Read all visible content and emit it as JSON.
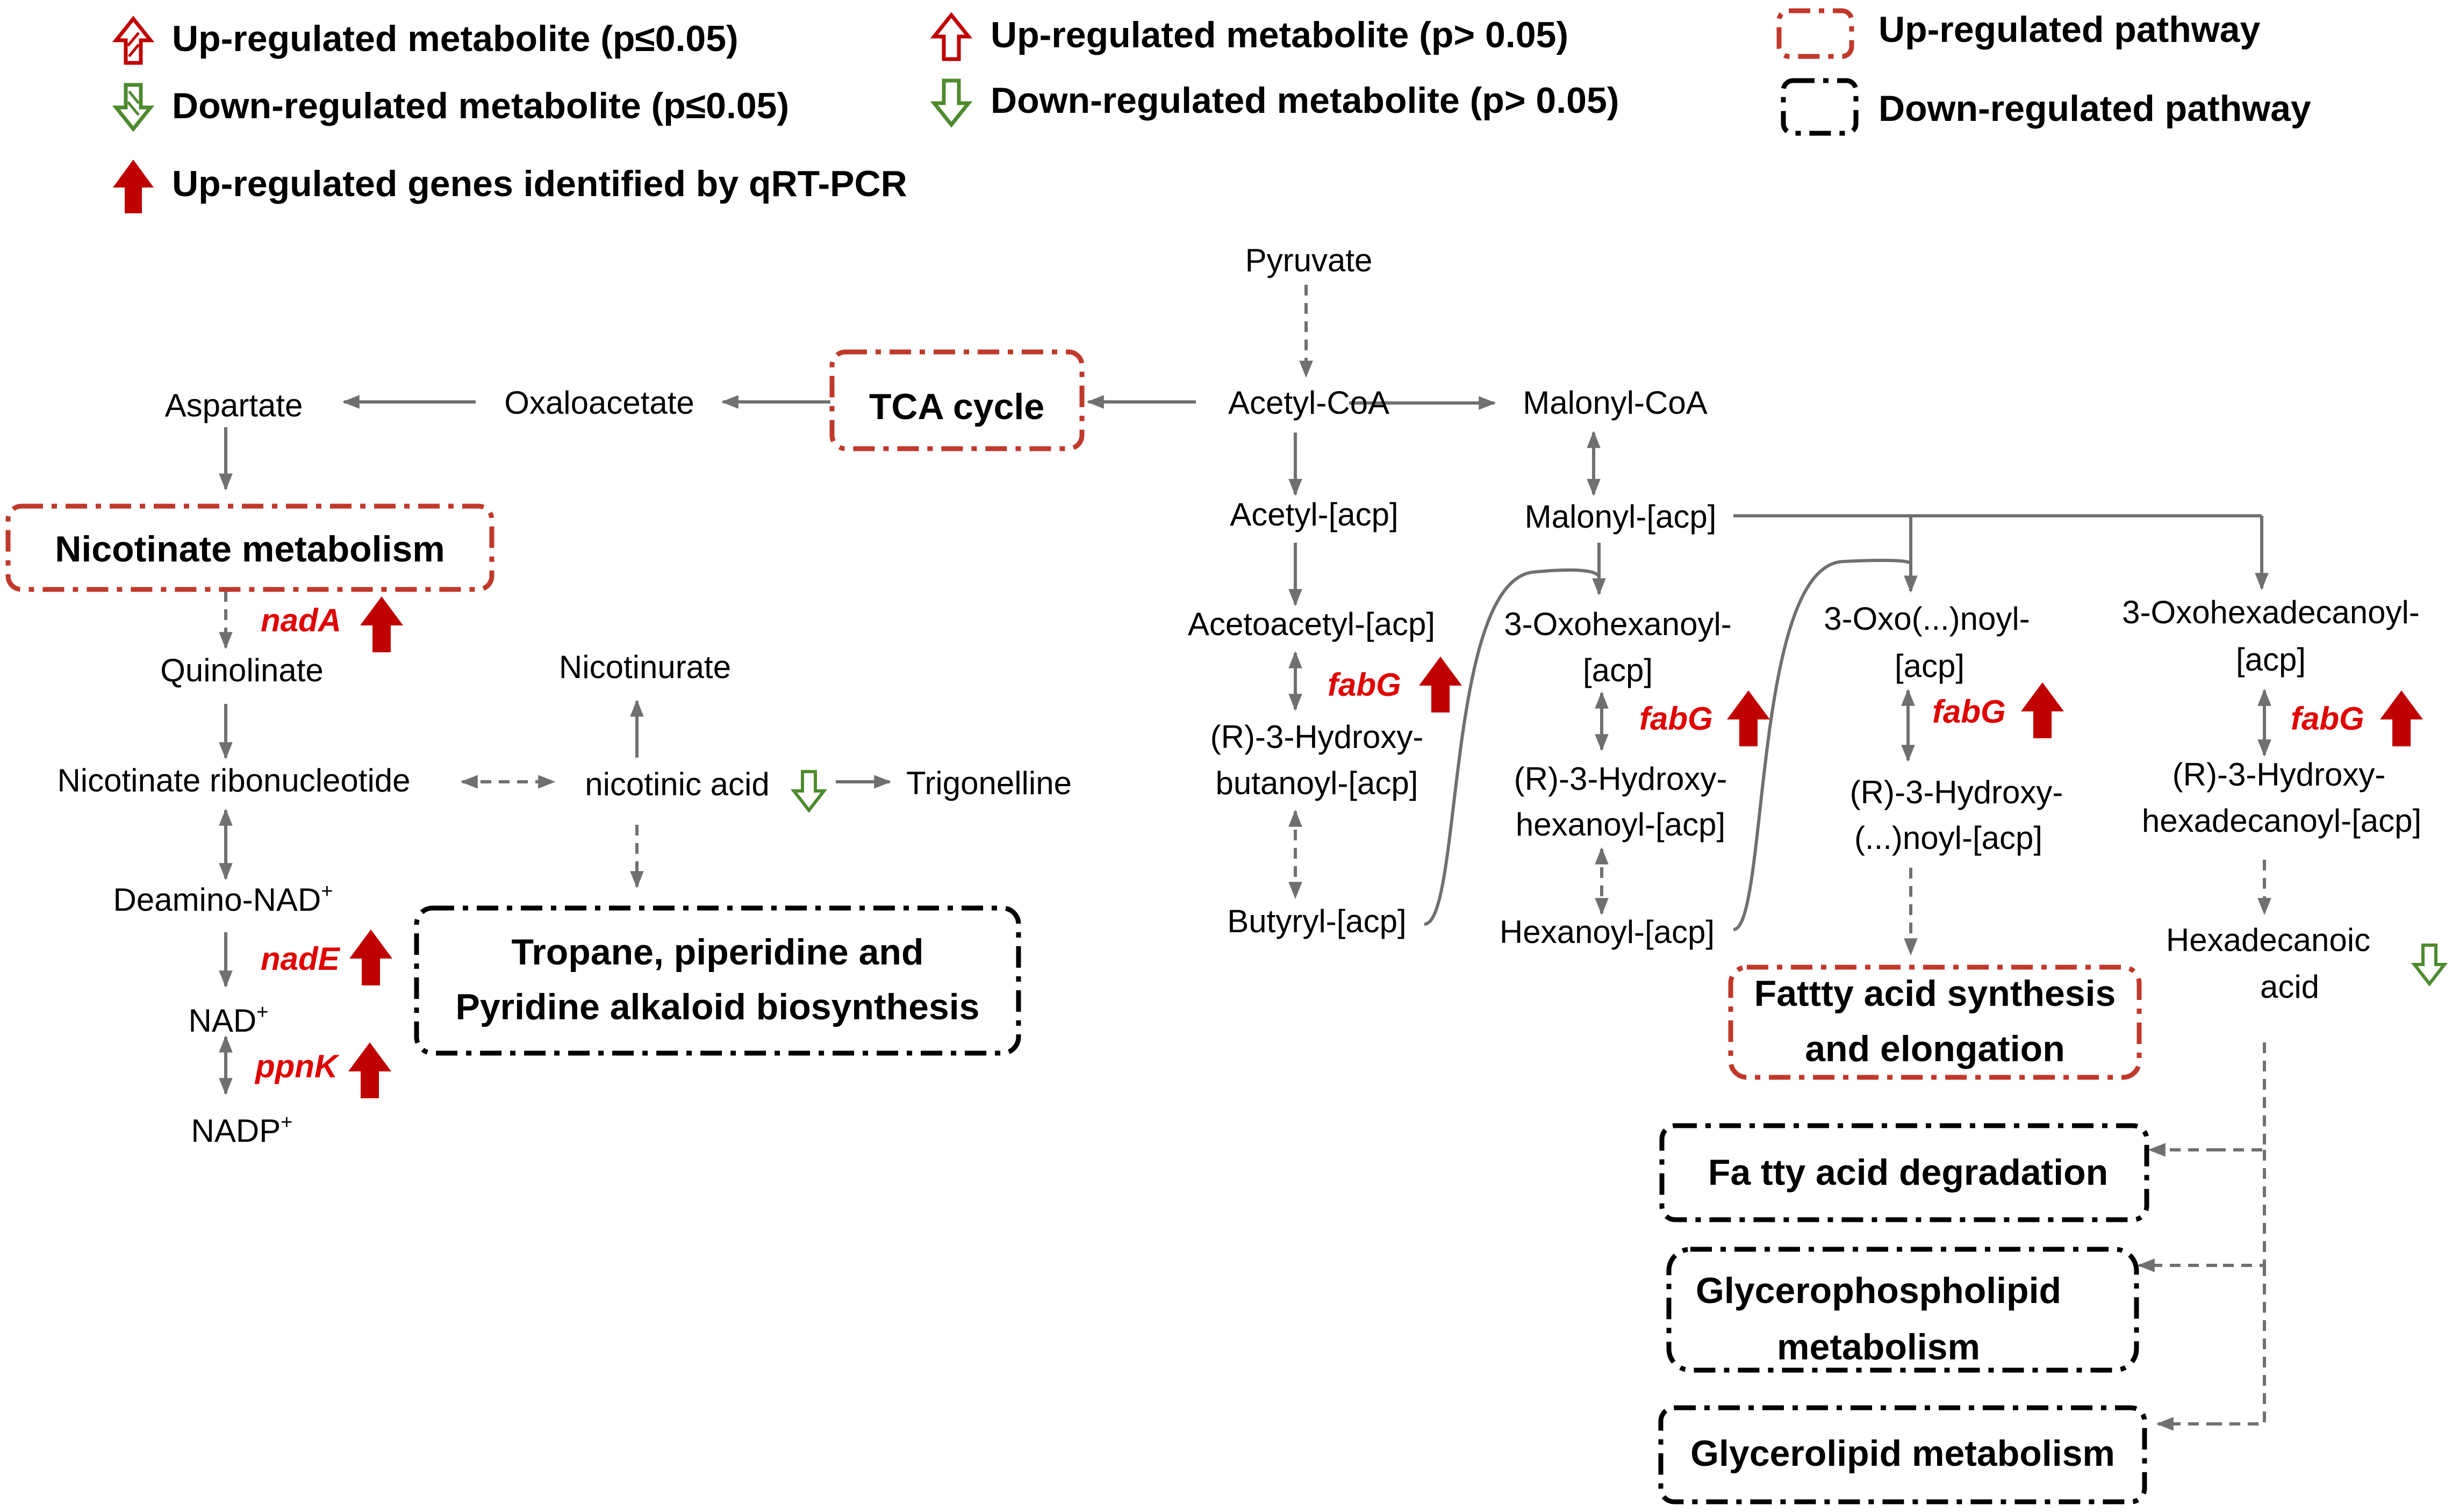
{
  "legend": {
    "up_sig": "Up-regulated metabolite (p≤0.05)",
    "up_nonsig": "Up-regulated metabolite (p> 0.05)",
    "up_pathway": "Up-regulated pathway",
    "down_sig": "Down-regulated metabolite (p≤0.05)",
    "down_nonsig": "Down-regulated metabolite (p> 0.05)",
    "down_pathway": "Down-regulated pathway",
    "up_genes": "Up-regulated genes identified by qRT-PCR"
  },
  "colors": {
    "up": "#c00000",
    "down": "#4e8a2e",
    "gene": "#e00000",
    "line": "#707070"
  },
  "nodes": {
    "pyruvate": "Pyruvate",
    "acetyl_coa": "Acetyl-CoA",
    "malonyl_coa": "Malonyl-CoA",
    "oxaloacetate": "Oxaloacetate",
    "aspartate": "Aspartate",
    "acetyl_acp": "Acetyl-[acp]",
    "malonyl_acp": "Malonyl-[acp]",
    "acetoacetyl_acp": "Acetoacetyl-[acp]",
    "oxohexanoyl_1": "3-Oxohexanoyl-",
    "oxohexanoyl_2": "[acp]",
    "oxonoyl_1": "3-Oxo(...)noyl-",
    "oxonoyl_2": "[acp]",
    "oxohexadecanoyl_1": "3-Oxohexadecanoyl-",
    "oxohexadecanoyl_2": "[acp]",
    "hydroxybutanoyl_1": "(R)-3-Hydroxy-",
    "hydroxybutanoyl_2": "butanoyl-[acp]",
    "hydroxyhexanoyl_1": "(R)-3-Hydroxy-",
    "hydroxyhexanoyl_2": "hexanoyl-[acp]",
    "hydroxynoyl_1": "(R)-3-Hydroxy-",
    "hydroxynoyl_2": "(...)noyl-[acp]",
    "hydroxyhexadecanoyl_1": "(R)-3-Hydroxy-",
    "hydroxyhexadecanoyl_2": "hexadecanoyl-[acp]",
    "butyryl_acp": "Butyryl-[acp]",
    "hexanoyl_acp": "Hexanoyl-[acp]",
    "hexadecanoic_1": "Hexadecanoic",
    "hexadecanoic_2": "acid",
    "quinolinate": "Quinolinate",
    "nicotinurate": "Nicotinurate",
    "nicotinate_ribonucleotide": "Nicotinate ribonucleotide",
    "nicotinic_acid": "nicotinic acid",
    "trigonelline": "Trigonelline",
    "deamino_nad": "Deamino-NAD",
    "nad": "NAD",
    "nadp": "NADP",
    "plus": "+"
  },
  "genes": {
    "nadA": "nadA",
    "nadE": "nadE",
    "ppnK": "ppnK",
    "fabG": "fabG"
  },
  "pathways": {
    "tca": "TCA cycle",
    "nicotinate": "Nicotinate metabolism",
    "tropane_1": "Tropane, piperidine and",
    "tropane_2": "Pyridine alkaloid biosynthesis",
    "fas_1": "Fattty acid synthesis",
    "fas_2": "and elongation",
    "fa_deg": "Fa tty acid degradation",
    "glycerophospho_1": "Glycerophospholipid",
    "glycerophospho_2": "metabolism",
    "glycerolipid": "Glycerolipid metabolism"
  }
}
